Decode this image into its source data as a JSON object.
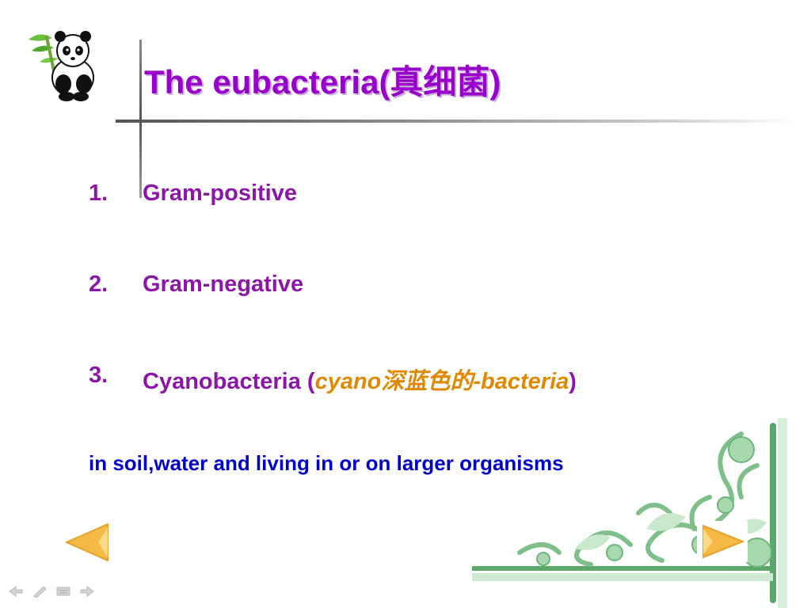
{
  "slide": {
    "title": "The eubacteria(真细菌)",
    "items": [
      {
        "number": "1.",
        "text": "Gram-positive"
      },
      {
        "number": "2.",
        "text": "Gram-negative"
      },
      {
        "number": "3.",
        "text_before": "Cyanobacteria (",
        "highlight": "cyano深蓝色的-bacteria",
        "text_after": ")"
      }
    ],
    "note": "in soil,water and living in or on larger organisms"
  },
  "colors": {
    "title": "#9900cc",
    "list_text": "#8b16a8",
    "highlight": "#e08800",
    "note": "#0000cc",
    "ornament": "#7fc08a",
    "nav_arrow": "#f5b945"
  },
  "icons": {
    "logo": "panda-bamboo-icon",
    "prev": "left-arrow-icon",
    "next": "right-arrow-icon",
    "toolbar": [
      "back-icon",
      "pen-icon",
      "menu-icon",
      "forward-icon"
    ]
  }
}
